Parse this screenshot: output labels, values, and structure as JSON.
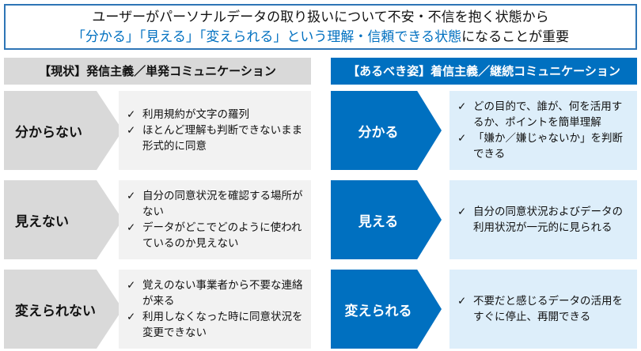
{
  "title": {
    "line1": "ユーザーがパーソナルデータの取り扱いについて不安・不信を抱く状態から",
    "line2_blue": "「分かる」「見える」「変えられる」という理解・信頼できる状態",
    "line2_rest": "になることが重要"
  },
  "current": {
    "header": "【現状】発信主義／単発コミュニケーション",
    "rows": [
      {
        "label": "分からない",
        "bullets": [
          "利用規約が文字の羅列",
          "ほとんど理解も判断できないまま形式的に同意"
        ]
      },
      {
        "label": "見えない",
        "bullets": [
          "自分の同意状況を確認する場所がない",
          "データがどこでどのように使われているのか見えない"
        ]
      },
      {
        "label": "変えられない",
        "bullets": [
          "覚えのない事業者から不要な連絡が来る",
          "利用しなくなった時に同意状況を変更できない"
        ]
      }
    ]
  },
  "ideal": {
    "header": "【あるべき姿】着信主義／継続コミュニケーション",
    "rows": [
      {
        "label": "分かる",
        "bullets": [
          "どの目的で、誰が、何を活用するか、ポイントを簡単理解",
          "「嫌か／嫌じゃないか」を判断できる"
        ]
      },
      {
        "label": "見える",
        "bullets": [
          "自分の同意状況およびデータの利用状況が一元的に見られる"
        ]
      },
      {
        "label": "変えられる",
        "bullets": [
          "不要だと感じるデータの活用をすぐに停止、再開できる"
        ]
      }
    ]
  },
  "check_glyph": "✓",
  "colors": {
    "blue": "#0070c0",
    "light_blue": "#ddeefa",
    "gray": "#d9d9d9",
    "light_gray": "#f2f2f2"
  }
}
